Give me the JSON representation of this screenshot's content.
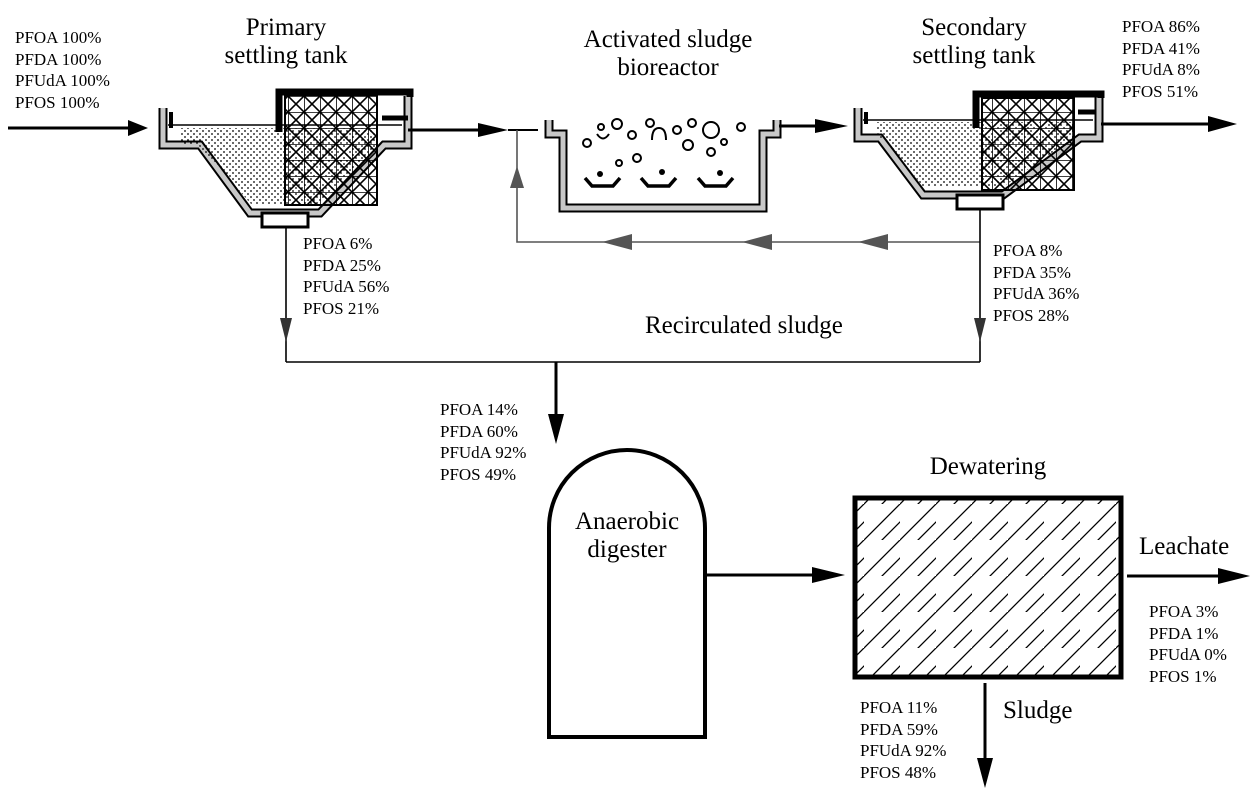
{
  "units": {
    "primary": {
      "line1": "Primary",
      "line2": "settling tank"
    },
    "bioreactor": {
      "line1": "Activated sludge",
      "line2": "bioreactor"
    },
    "secondary": {
      "line1": "Secondary",
      "line2": "settling tank"
    },
    "digester": {
      "line1": "Anaerobic",
      "line2": "digester"
    },
    "dewatering": "Dewatering"
  },
  "streams": {
    "recirculated_sludge": "Recirculated sludge",
    "leachate": "Leachate",
    "sludge": "Sludge"
  },
  "fractions": {
    "influent": [
      "PFOA 100%",
      "PFDA 100%",
      "PFUdA 100%",
      "PFOS 100%"
    ],
    "effluent": [
      "PFOA 86%",
      "PFDA 41%",
      "PFUdA 8%",
      "PFOS 51%"
    ],
    "primary_sludge": [
      "PFOA 6%",
      "PFDA 25%",
      "PFUdA 56%",
      "PFOS 21%"
    ],
    "secondary_sludge": [
      "PFOA 8%",
      "PFDA 35%",
      "PFUdA 36%",
      "PFOS 28%"
    ],
    "digester_input": [
      "PFOA 14%",
      "PFDA 60%",
      "PFUdA 92%",
      "PFOS 49%"
    ],
    "leachate": [
      "PFOA 3%",
      "PFDA 1%",
      "PFUdA 0%",
      "PFOS 1%"
    ],
    "sludge_cake": [
      "PFOA 11%",
      "PFDA 59%",
      "PFUdA 92%",
      "PFOS 48%"
    ]
  },
  "colors": {
    "line": "#000000",
    "tank_fill": "#c8c8c8",
    "recirculation": "#555555"
  }
}
